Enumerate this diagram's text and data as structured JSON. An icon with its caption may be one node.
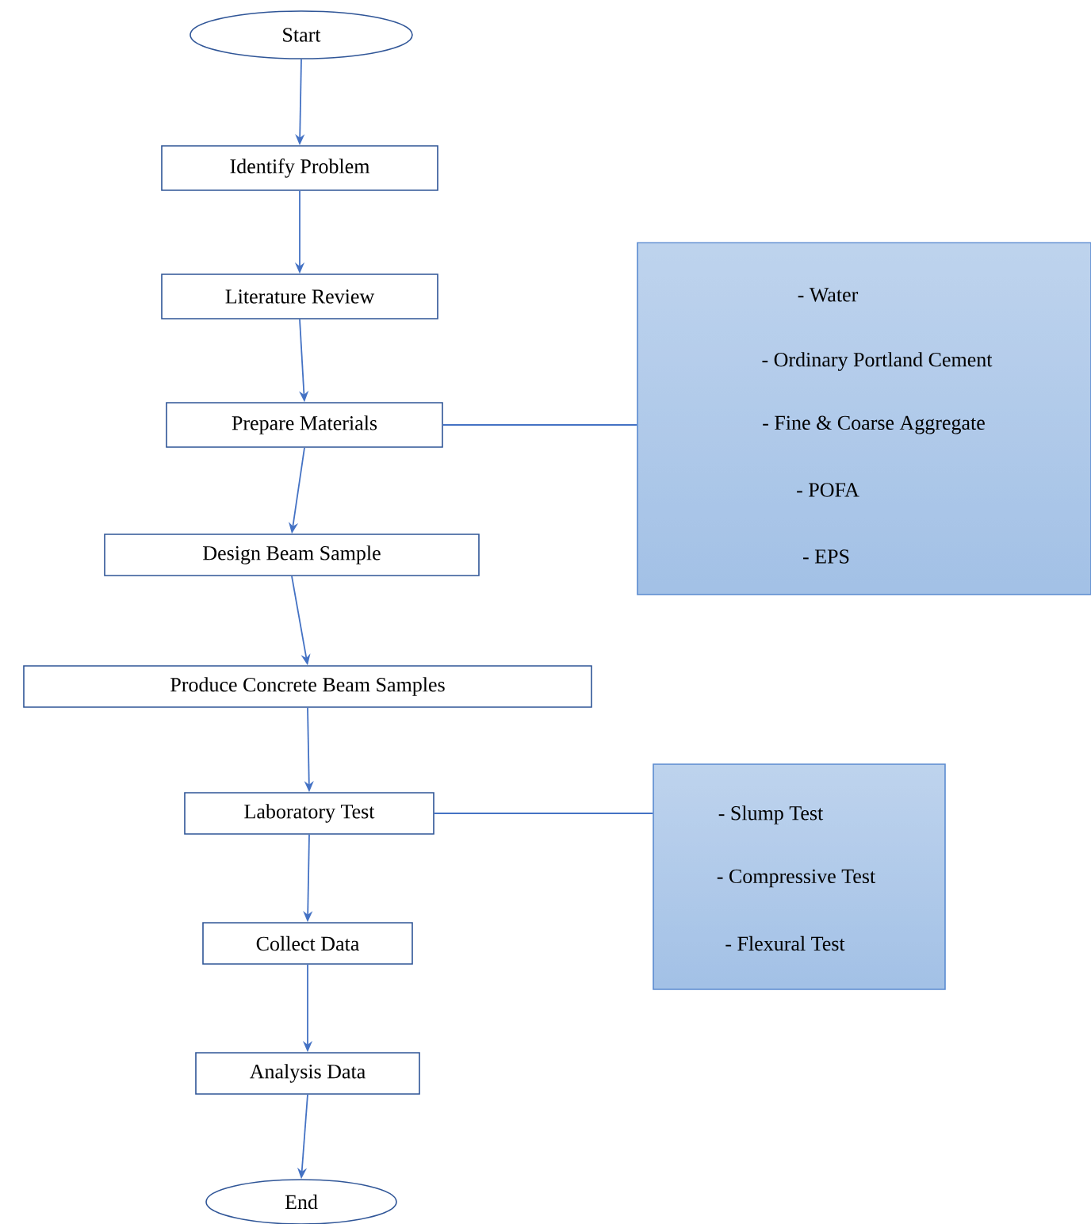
{
  "diagram": {
    "nodes": [
      {
        "text": [
          "Start"
        ]
      },
      {
        "text": [
          "Identify Problem"
        ]
      },
      {
        "text": [
          "Literature Review"
        ]
      },
      {
        "text": [
          "Prepare Materials"
        ]
      },
      {
        "text": [
          "Design Beam Sample"
        ]
      },
      {
        "text": [
          "Produce Concrete Beam Samples"
        ]
      },
      {
        "text": [
          "Laboratory Test"
        ]
      },
      {
        "text": [
          "Collect Data"
        ]
      },
      {
        "text": [
          "Analysis Data"
        ]
      },
      {
        "text": [
          "End"
        ]
      },
      {
        "text": [
          "- Water",
          "- Ordinary Portland Cement",
          "- Fine & Coarse Aggregate",
          "- POFA",
          "- EPS"
        ]
      },
      {
        "text": [
          "- Slump Test",
          "- Compressive Test",
          "- Flexural Test"
        ]
      }
    ],
    "edges": [
      {
        "from": 0,
        "to": 1,
        "arrow": "to"
      },
      {
        "from": 1,
        "to": 2,
        "arrow": "to"
      },
      {
        "from": 2,
        "to": 3,
        "arrow": "to"
      },
      {
        "from": 3,
        "to": 4,
        "arrow": "to"
      },
      {
        "from": 4,
        "to": 5,
        "arrow": "to"
      },
      {
        "from": 5,
        "to": 6,
        "arrow": "to"
      },
      {
        "from": 6,
        "to": 7,
        "arrow": "to"
      },
      {
        "from": 7,
        "to": 8,
        "arrow": "to"
      },
      {
        "from": 8,
        "to": 9,
        "arrow": "to"
      },
      {
        "from": 3,
        "to": 10,
        "arrow": "none"
      },
      {
        "from": 6,
        "to": 11,
        "arrow": "none"
      }
    ]
  }
}
